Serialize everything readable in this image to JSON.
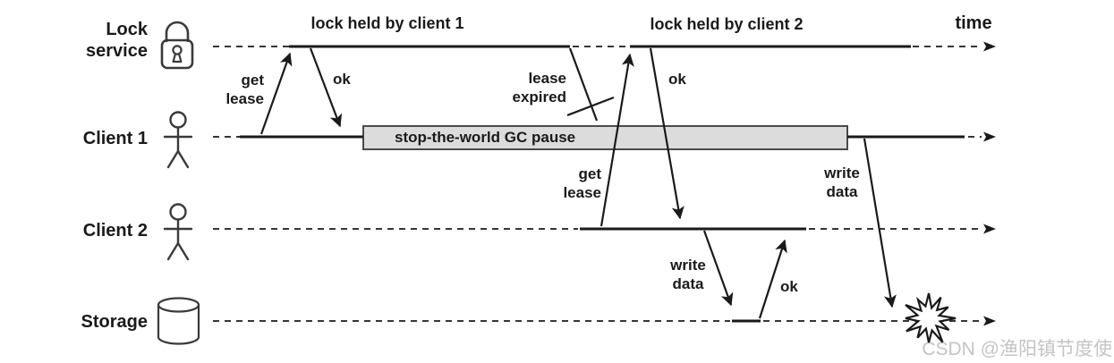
{
  "diagram": {
    "time_axis_label": "time",
    "actors": [
      {
        "name": "lock-service",
        "label": "Lock\nservice",
        "icon": "padlock-icon"
      },
      {
        "name": "client-1",
        "label": "Client 1",
        "icon": "person-icon"
      },
      {
        "name": "client-2",
        "label": "Client 2",
        "icon": "person-icon"
      },
      {
        "name": "storage",
        "label": "Storage",
        "icon": "database-cylinder-icon"
      }
    ],
    "spans": {
      "lock_held_1": "lock held by client 1",
      "lock_held_2": "lock held by client 2",
      "gc_pause": "stop-the-world GC pause"
    },
    "messages": {
      "get_lease_1": "get\nlease",
      "ok_1": "ok",
      "lease_expired": "lease\nexpired",
      "get_lease_2": "get\nlease",
      "ok_2": "ok",
      "write_data_2": "write\ndata",
      "ok_3": "ok",
      "write_data_1": "write\ndata"
    },
    "icons": {
      "failure": "explosion-icon"
    },
    "colors": {
      "line": "#1a1a1a",
      "gc_box_fill": "#dcdcdc",
      "gc_box_border": "#4a4a4a",
      "watermark": "#c4c4c4"
    }
  },
  "watermark": "CSDN @渔阳镇节度使"
}
